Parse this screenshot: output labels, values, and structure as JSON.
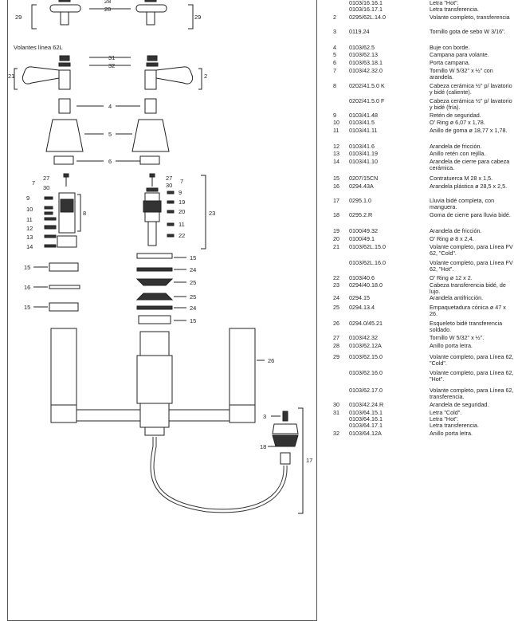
{
  "diagram": {
    "caption": "Volantes línea 62L",
    "callouts": {
      "c28": "28",
      "c29l": "29",
      "c29r": "29",
      "c31": "31",
      "c32": "32",
      "c21": "21",
      "c2": "2",
      "c4": "4",
      "c5": "5",
      "c6": "6",
      "c27l": "27",
      "c30l": "30",
      "c7l": "7",
      "c27r": "27",
      "c30r": "30",
      "c7r": "7",
      "c9l": "9",
      "c10l": "10",
      "c11l": "11",
      "c12l": "12",
      "c13l": "13",
      "c14l": "14",
      "c8": "8",
      "c9r": "9",
      "c19r": "19",
      "c20r": "20",
      "c11r": "11",
      "c22r": "22",
      "c23": "23",
      "c15a": "15",
      "c16": "16",
      "c15b": "15",
      "c15r1": "15",
      "c24a": "24",
      "c25a": "25",
      "c25b": "25",
      "c24b": "24",
      "c15r2": "15",
      "c26": "26",
      "c3": "3",
      "c18": "18",
      "c17": "17"
    }
  },
  "parts": [
    {
      "n": "",
      "code": "0103/16.16.1",
      "desc": "Letra \"Hot\"."
    },
    {
      "n": "",
      "code": "0103/16.17.1",
      "desc": "Letra transferencia."
    },
    {
      "n": "2",
      "code": "0295/62L.14.0",
      "desc": "Volante completo, transferencia"
    },
    {
      "n": "3",
      "code": "0119.24",
      "desc": "Tornillo gota de sebo W 3/16\"."
    },
    {
      "n": "4",
      "code": "0103/62.5",
      "desc": "Buje con borde."
    },
    {
      "n": "5",
      "code": "0103/62.13",
      "desc": "Campana para volante."
    },
    {
      "n": "6",
      "code": "0103/63.18.1",
      "desc": "Porta campana."
    },
    {
      "n": "7",
      "code": "0103/42.32.0",
      "desc": "Tornillo W 5/32\" x ½\" con arandela."
    },
    {
      "n": "8",
      "code": "0202/41.5.0 K",
      "desc": "Cabeza cerámica ½\" p/ lavatorio y bidé (caliente)."
    },
    {
      "n": "",
      "code": "0202/41.5.0 F",
      "desc": "Cabeza cerámica ½\" p/ lavatorio y bidé (fría)."
    },
    {
      "n": "9",
      "code": "0103/41.48",
      "desc": "Retén de seguridad."
    },
    {
      "n": "10",
      "code": "0103/41.5",
      "desc": "O' Ring ø 6,07 x 1,78."
    },
    {
      "n": "11",
      "code": "0103/41.11",
      "desc": "Anillo de goma ø 18,77 x 1,78."
    },
    {
      "n": "12",
      "code": "0103/41.6",
      "desc": "Arandela de fricción."
    },
    {
      "n": "13",
      "code": "0103/41.19",
      "desc": "Anillo retén con rejilla."
    },
    {
      "n": "14",
      "code": "0103/41.10",
      "desc": "Arandela de cierre para cabeza cerámica."
    },
    {
      "n": "15",
      "code": "0207/15CN",
      "desc": "Contratuerca M 28 x 1,5."
    },
    {
      "n": "16",
      "code": "0294.43A",
      "desc": "Arandela plástica ø 28,5 x 2,5."
    },
    {
      "n": "17",
      "code": "0295.1.0",
      "desc": "Lluvia bidé completa, con manguera."
    },
    {
      "n": "18",
      "code": "0295.2.R",
      "desc": "Goma de cierre para lluvia bidé."
    },
    {
      "n": "19",
      "code": "0100/49.32",
      "desc": "Arandela de fricción."
    },
    {
      "n": "20",
      "code": "0100/49.1",
      "desc": "O' Ring ø 8 x 2,4."
    },
    {
      "n": "21",
      "code": "0103/62L.15.0",
      "desc": "Volante completo, para Línea FV 62, \"Cold\"."
    },
    {
      "n": "",
      "code": "0103/62L.16.0",
      "desc": "Volante completo, para Línea FV 62, \"Hot\"."
    },
    {
      "n": "22",
      "code": "0103/40.6",
      "desc": "O' Ring ø 12 x 2."
    },
    {
      "n": "23",
      "code": "0294/40.18.0",
      "desc": "Cabeza transferencia bidé, de lujo."
    },
    {
      "n": "24",
      "code": "0294.15",
      "desc": "Arandela antifricción."
    },
    {
      "n": "25",
      "code": "0294.13.4",
      "desc": "Empaquetadura cónica ø 47 x 26."
    },
    {
      "n": "26",
      "code": "0294.0/45.21",
      "desc": "Esqueleto bidé transferencia soldado."
    },
    {
      "n": "27",
      "code": "0103/42.32",
      "desc": "Tornillo W 5/32\" x ½\"."
    },
    {
      "n": "28",
      "code": "0103/62.12A",
      "desc": "Anillo porta letra."
    },
    {
      "n": "29",
      "code": "0103/62.15.0",
      "desc": "Volante completo, para Línea 62, \"Cold\"."
    },
    {
      "n": "",
      "code": "0103/62.16.0",
      "desc": "Volante completo, para Línea 62, \"Hot\"."
    },
    {
      "n": "",
      "code": "0103/62.17.0",
      "desc": "Volante completo, para Línea 62, transferencia."
    },
    {
      "n": "30",
      "code": "0103/42.24.R",
      "desc": "Arandela de seguridad."
    },
    {
      "n": "31",
      "code": "0103/64.15.1",
      "desc": "Letra \"Cold\"."
    },
    {
      "n": "",
      "code": "0103/64.16.1",
      "desc": "Letra \"Hot\"."
    },
    {
      "n": "",
      "code": "0103/64.17.1",
      "desc": "Letra transferencia."
    },
    {
      "n": "32",
      "code": "0103/64.12A",
      "desc": "Anillo porta letra."
    }
  ]
}
